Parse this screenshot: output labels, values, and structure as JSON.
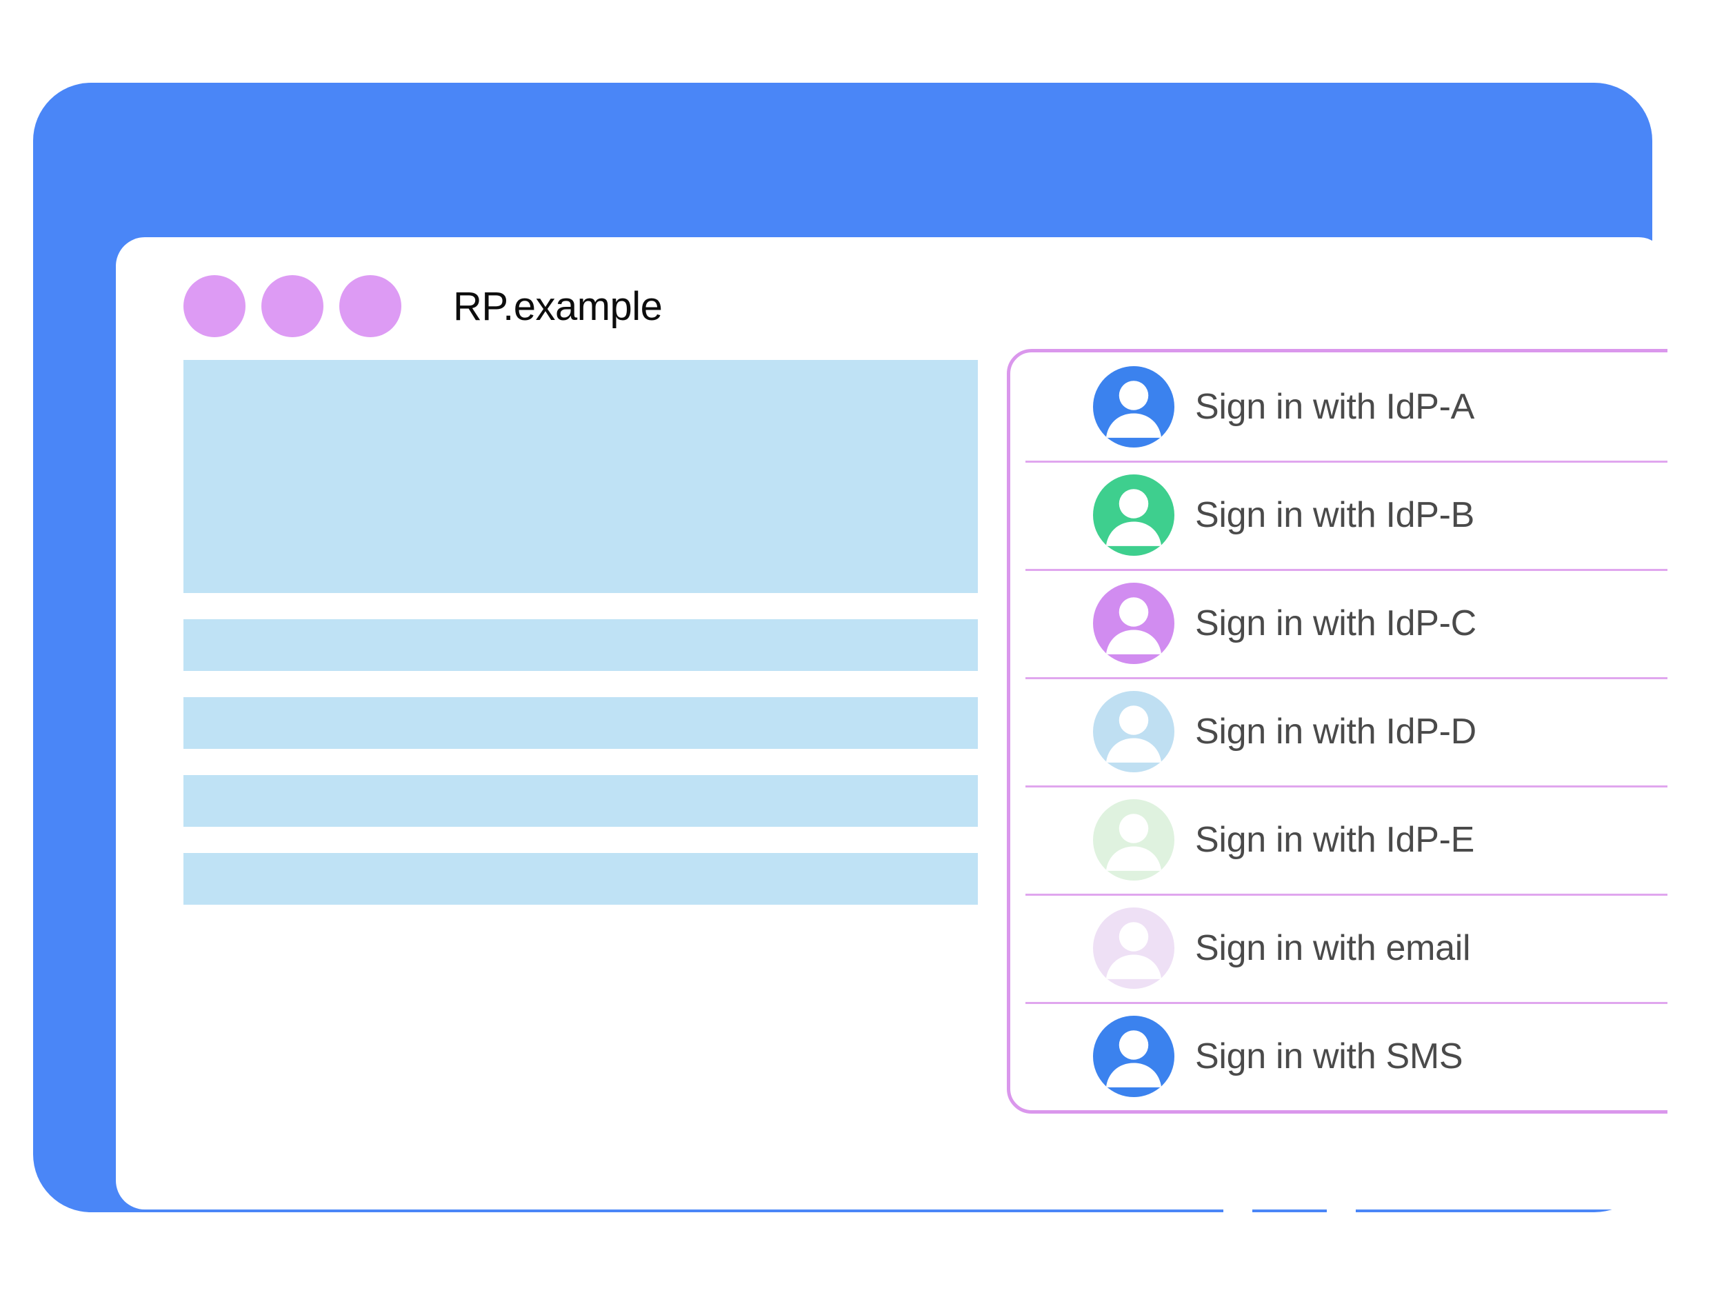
{
  "colors": {
    "frame_blue": "#4a86f7",
    "window_dot_purple": "#dd9bf4",
    "placeholder_blue": "#bfe2f5",
    "panel_border": "#da97ec",
    "divider": "#e0a6ee",
    "title_text": "#0d0d0d",
    "label_text": "#4a4a4a"
  },
  "window": {
    "title": "RP.example",
    "dots": [
      "window-dot-1",
      "window-dot-2",
      "window-dot-3"
    ]
  },
  "content": {
    "blocks": [
      {
        "name": "hero-placeholder",
        "kind": "hero"
      },
      {
        "name": "text-line-placeholder-1",
        "kind": "bar"
      },
      {
        "name": "text-line-placeholder-2",
        "kind": "bar"
      },
      {
        "name": "text-line-placeholder-3",
        "kind": "bar"
      },
      {
        "name": "text-line-placeholder-4",
        "kind": "bar"
      }
    ]
  },
  "account_chooser": {
    "rows": [
      {
        "label": "Sign in with IdP-A",
        "avatar_icon": "person-avatar-icon",
        "avatar_color": "#3b82ee"
      },
      {
        "label": "Sign in with IdP-B",
        "avatar_icon": "person-avatar-icon",
        "avatar_color": "#3ecf8e"
      },
      {
        "label": "Sign in with IdP-C",
        "avatar_icon": "person-avatar-icon",
        "avatar_color": "#d18cf0"
      },
      {
        "label": "Sign in with IdP-D",
        "avatar_icon": "person-avatar-icon",
        "avatar_color": "#bfdff2"
      },
      {
        "label": "Sign in with IdP-E",
        "avatar_icon": "person-avatar-icon",
        "avatar_color": "#dff2df"
      },
      {
        "label": "Sign in with email",
        "avatar_icon": "person-avatar-icon",
        "avatar_color": "#eee0f5"
      },
      {
        "label": "Sign in with SMS",
        "avatar_icon": "person-avatar-icon",
        "avatar_color": "#3b82ee"
      }
    ]
  },
  "device": {
    "home_button": "home-button"
  }
}
